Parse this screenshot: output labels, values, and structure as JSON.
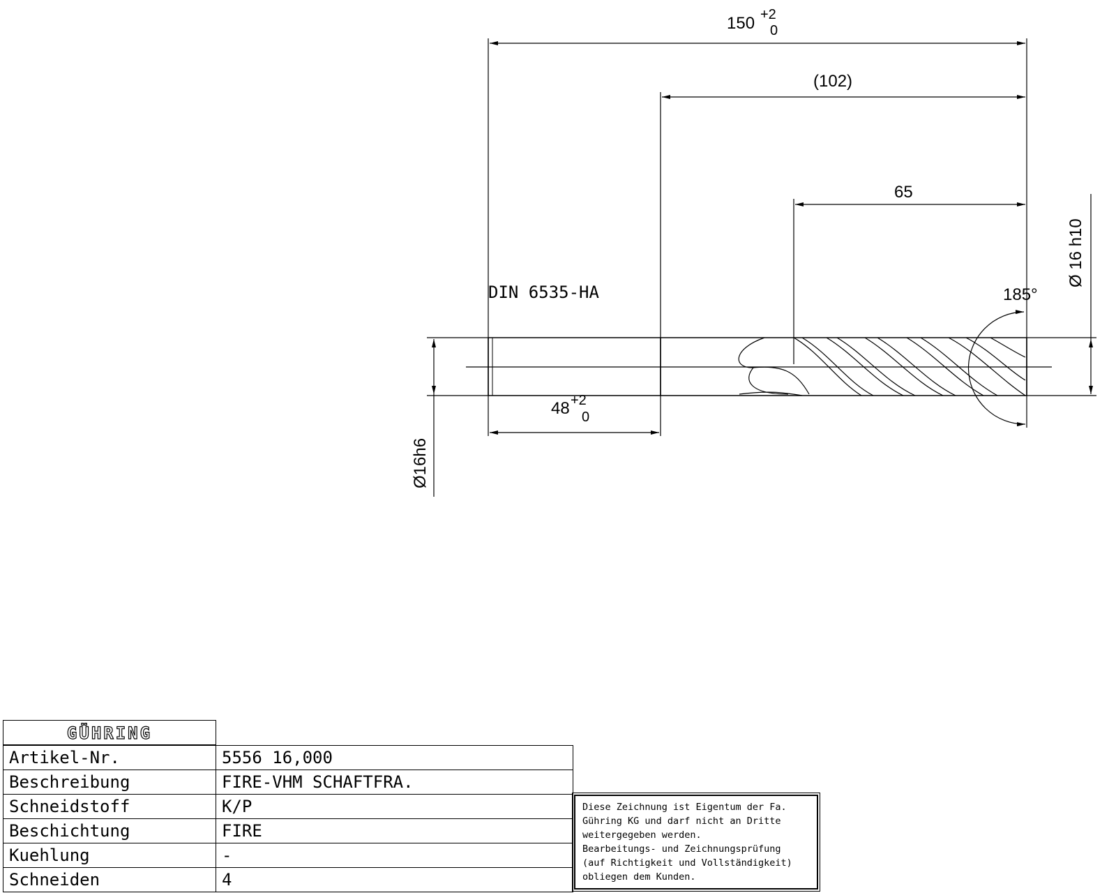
{
  "dimensions": {
    "overall_length": {
      "value": "150",
      "tol_upper": "+2",
      "tol_lower": "0"
    },
    "neck_length": "(102)",
    "flute_length": "65",
    "shank_length": {
      "value": "48",
      "tol_upper": "+2",
      "tol_lower": "0"
    },
    "cutting_diameter": "Ø 16 h10",
    "shank_diameter": "Ø16h6",
    "point_angle": "185°"
  },
  "standard_label": "DIN 6535-HA",
  "title_block": {
    "logo": "GÜHRING",
    "rows": [
      {
        "label": "Artikel-Nr.",
        "value": "5556 16,000"
      },
      {
        "label": "Beschreibung",
        "value": "FIRE-VHM SCHAFTFRA."
      },
      {
        "label": "Schneidstoff",
        "value": "K/P"
      },
      {
        "label": "Beschichtung",
        "value": "FIRE"
      },
      {
        "label": "Kuehlung",
        "value": "-"
      },
      {
        "label": "Schneiden",
        "value": "4"
      }
    ]
  },
  "notice_lines": [
    "Diese Zeichnung ist Eigentum der Fa.",
    "Gühring KG und darf nicht an Dritte",
    "weitergegeben werden.",
    "Bearbeitungs- und Zeichnungsprüfung",
    "(auf Richtigkeit und Vollständigkeit)",
    "obliegen dem Kunden."
  ]
}
